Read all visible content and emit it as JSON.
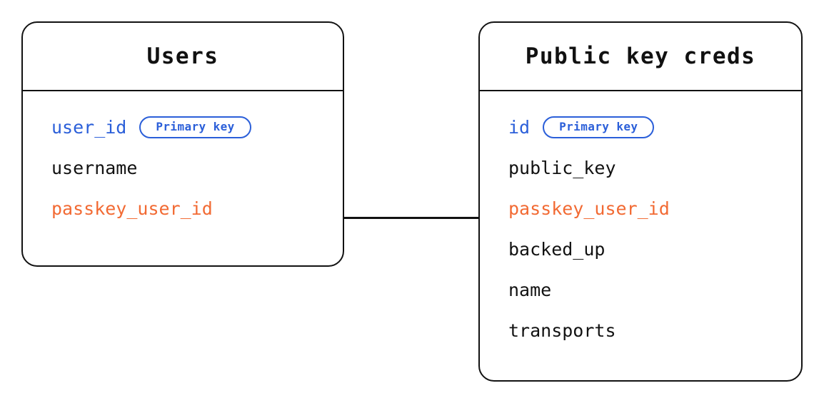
{
  "diagram": {
    "type": "entity-relationship-diagram",
    "background_color": "#FFFFFF",
    "colors": {
      "border": "#121212",
      "text": "#121212",
      "primary_key": "#2B5FD9",
      "foreign_key": "#F26A33",
      "connector": "#121212"
    },
    "entities": [
      {
        "id": "users",
        "title": "Users",
        "fields": [
          {
            "name": "user_id",
            "color_role": "primary_key",
            "badge": "Primary key"
          },
          {
            "name": "username",
            "color_role": "plain",
            "badge": null
          },
          {
            "name": "passkey_user_id",
            "color_role": "foreign_key",
            "badge": null
          }
        ]
      },
      {
        "id": "public_key_creds",
        "title": "Public key creds",
        "fields": [
          {
            "name": "id",
            "color_role": "primary_key",
            "badge": "Primary key"
          },
          {
            "name": "public_key",
            "color_role": "plain",
            "badge": null
          },
          {
            "name": "passkey_user_id",
            "color_role": "foreign_key",
            "badge": null
          },
          {
            "name": "backed_up",
            "color_role": "plain",
            "badge": null
          },
          {
            "name": "name",
            "color_role": "plain",
            "badge": null
          },
          {
            "name": "transports",
            "color_role": "plain",
            "badge": null
          }
        ]
      }
    ],
    "relationships": [
      {
        "id": "users-to-public-key-creds",
        "from_entity": "users",
        "from_field": "passkey_user_id",
        "to_entity": "public_key_creds",
        "to_field": "passkey_user_id",
        "style": "solid-line"
      }
    ]
  }
}
